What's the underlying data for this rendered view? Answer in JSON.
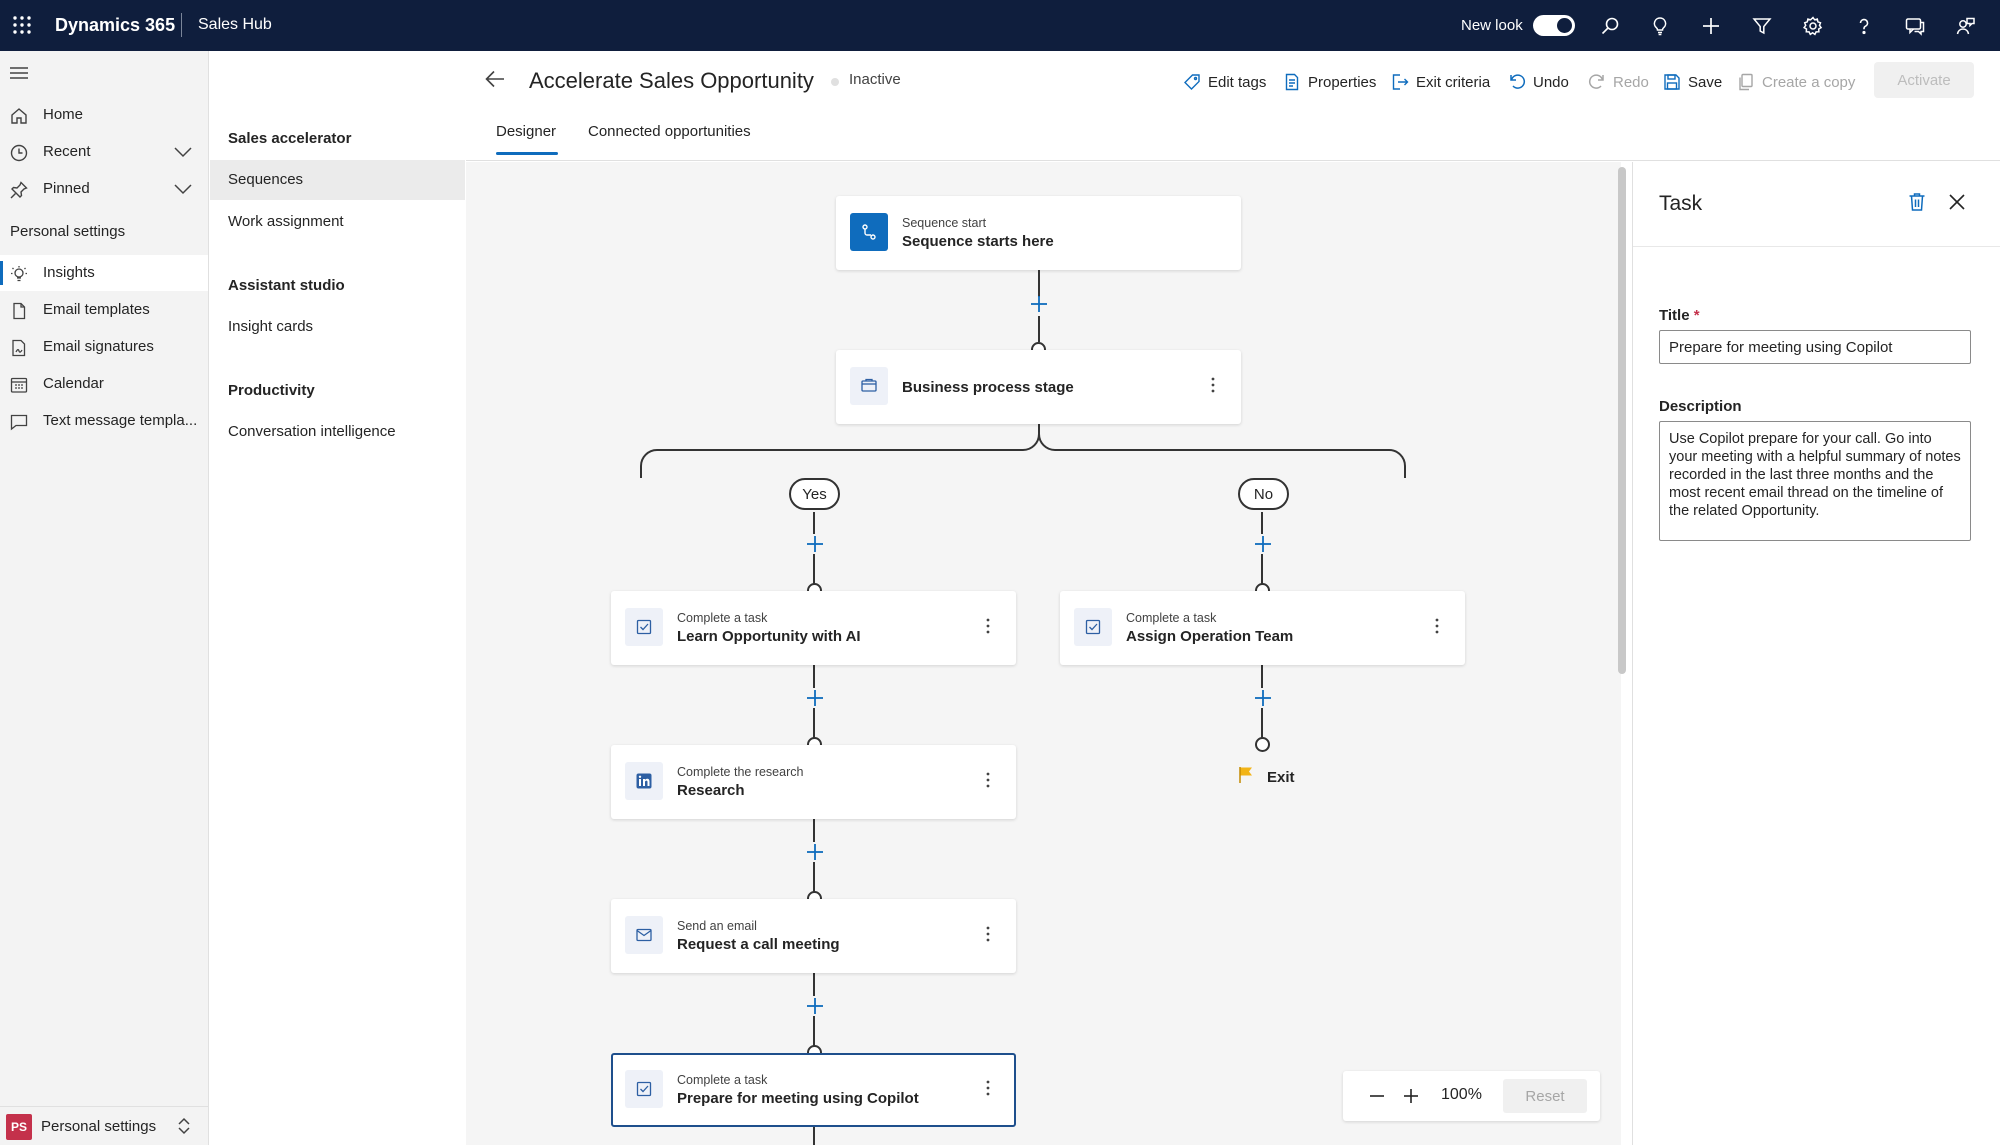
{
  "topbar": {
    "app_name": "Dynamics 365",
    "hub_name": "Sales Hub",
    "new_look_label": "New look",
    "icons": [
      "search-icon",
      "lightbulb-icon",
      "add-icon",
      "filter-icon",
      "settings-icon",
      "help-icon",
      "chat-icon",
      "person-feedback-icon"
    ]
  },
  "leftnav": {
    "items": [
      {
        "label": "Home",
        "icon": "home-icon"
      },
      {
        "label": "Recent",
        "icon": "clock-icon"
      },
      {
        "label": "Pinned",
        "icon": "pin-icon"
      }
    ],
    "section_label": "Personal settings",
    "settings_items": [
      {
        "label": "Insights",
        "icon": "lightbulb-icon"
      },
      {
        "label": "Email templates",
        "icon": "document-icon"
      },
      {
        "label": "Email signatures",
        "icon": "signature-icon"
      },
      {
        "label": "Calendar",
        "icon": "calendar-icon"
      },
      {
        "label": "Text message templa...",
        "icon": "message-icon"
      }
    ],
    "footer": {
      "avatar_initials": "PS",
      "label": "Personal settings"
    }
  },
  "subnav": {
    "groups": [
      {
        "heading": "Sales accelerator",
        "items": [
          "Sequences",
          "Work assignment"
        ]
      },
      {
        "heading": "Assistant studio",
        "items": [
          "Insight cards"
        ]
      },
      {
        "heading": "Productivity",
        "items": [
          "Conversation intelligence"
        ]
      }
    ],
    "active_item": "Sequences"
  },
  "header": {
    "title": "Accelerate Sales Opportunity",
    "status": "Inactive",
    "toolbar": {
      "edit_tags": "Edit tags",
      "properties": "Properties",
      "exit_criteria": "Exit criteria",
      "undo": "Undo",
      "redo": "Redo",
      "save": "Save",
      "create_copy": "Create a copy",
      "activate": "Activate"
    },
    "tabs": [
      "Designer",
      "Connected opportunities"
    ],
    "active_tab": "Designer"
  },
  "designer": {
    "start_node": {
      "subtitle": "Sequence start",
      "title": "Sequence starts here"
    },
    "stage_node": {
      "title": "Business process stage"
    },
    "branches": {
      "yes": "Yes",
      "no": "No"
    },
    "yes_steps": [
      {
        "subtitle": "Complete a task",
        "title": "Learn Opportunity with AI",
        "icon": "task-icon"
      },
      {
        "subtitle": "Complete the research",
        "title": "Research",
        "icon": "linkedin-icon"
      },
      {
        "subtitle": "Send an email",
        "title": "Request a call meeting",
        "icon": "mail-icon"
      },
      {
        "subtitle": "Complete a task",
        "title": "Prepare for meeting using Copilot",
        "icon": "task-icon",
        "selected": true
      }
    ],
    "no_steps": [
      {
        "subtitle": "Complete a task",
        "title": "Assign Operation Team",
        "icon": "task-icon"
      }
    ],
    "exit_label": "Exit",
    "zoom": {
      "value": "100%",
      "reset": "Reset"
    }
  },
  "task_panel": {
    "heading": "Task",
    "title_label": "Title",
    "required_marker": "*",
    "title_value": "Prepare for meeting using Copilot",
    "description_label": "Description",
    "description_value": "Use Copilot prepare for your call. Go into your meeting with a helpful summary of notes recorded in the last three months and the most recent email thread on the timeline of the related Opportunity."
  }
}
